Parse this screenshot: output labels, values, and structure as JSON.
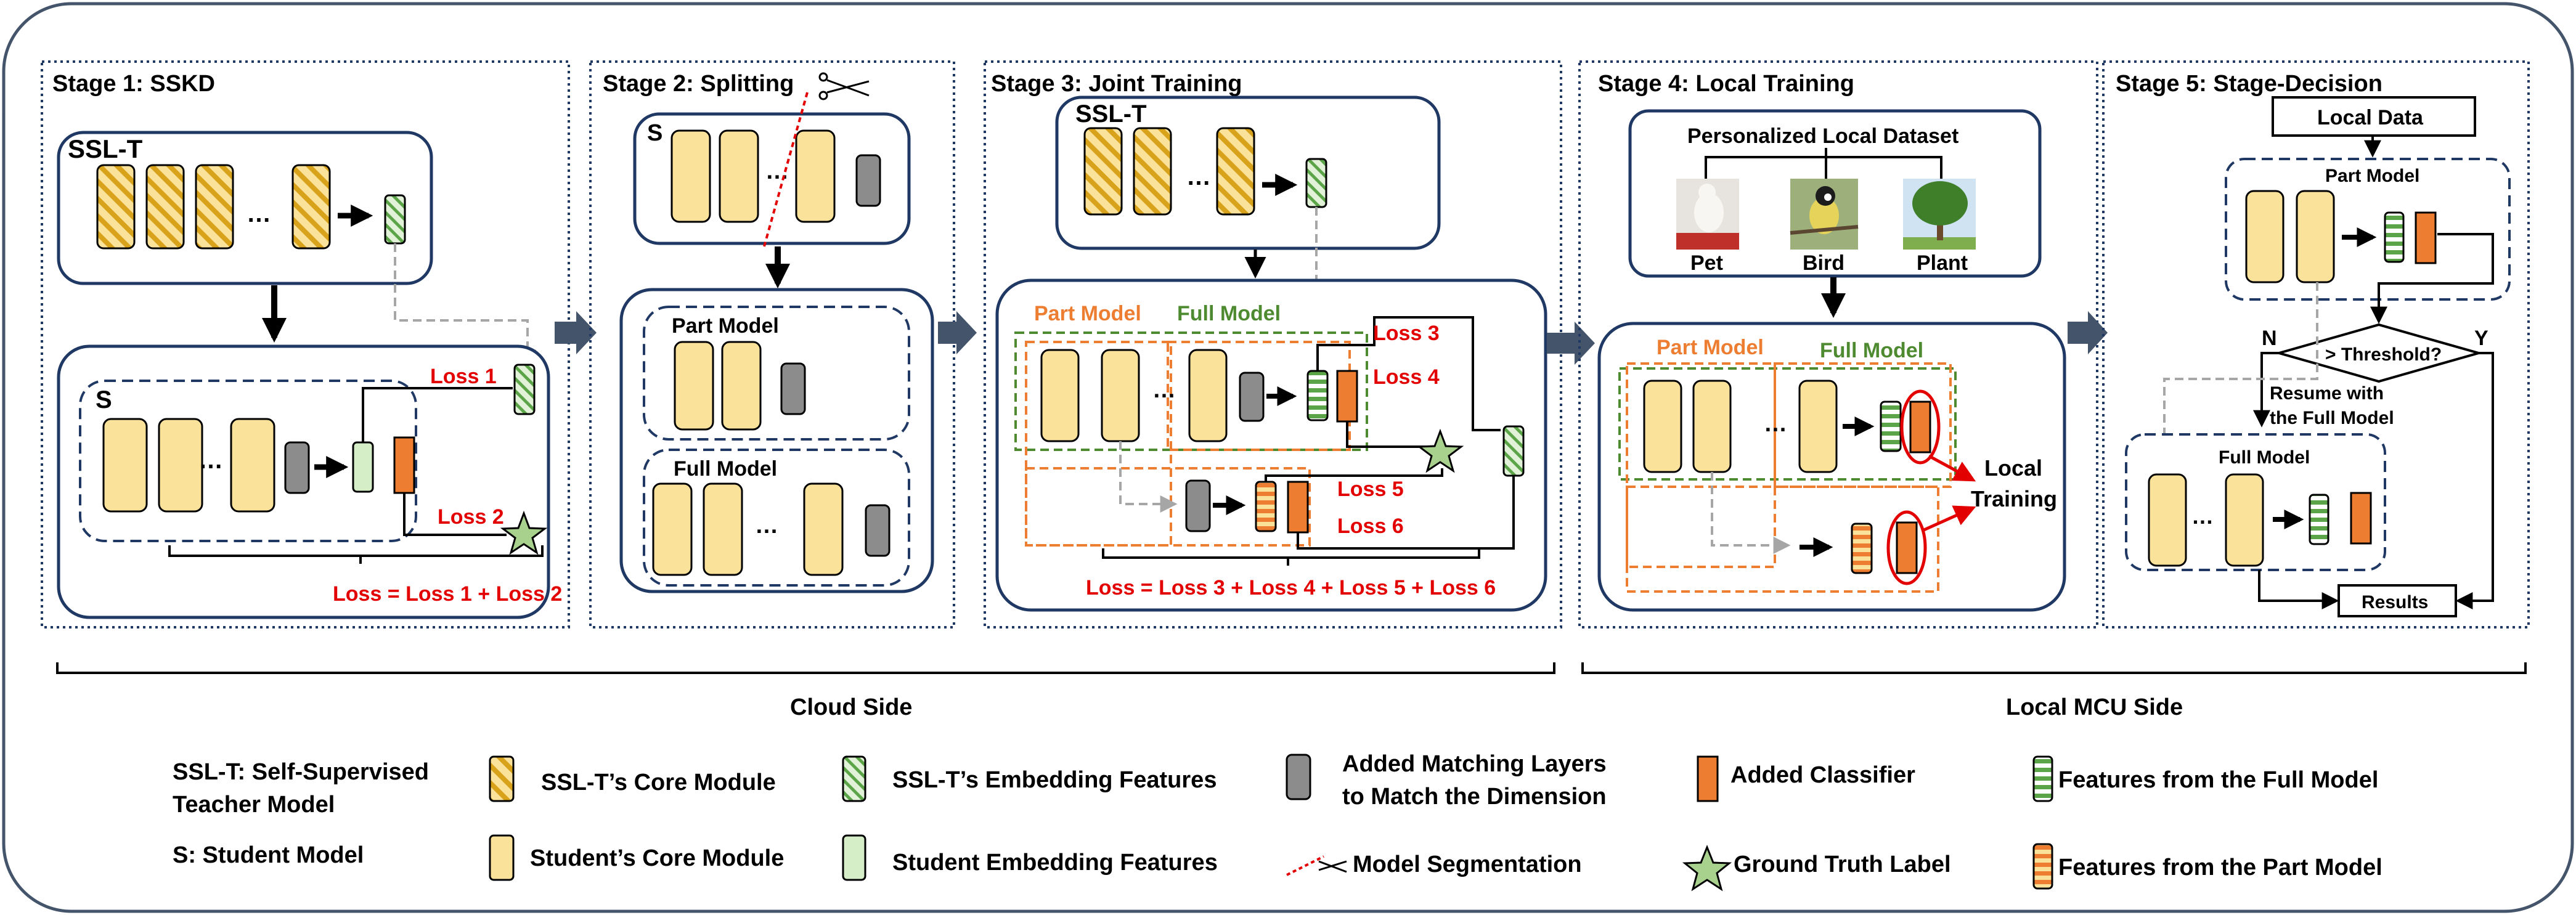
{
  "stages": {
    "s1": "Stage 1: SSKD",
    "s2": "Stage 2: Splitting",
    "s3": "Stage 3: Joint Training",
    "s4": "Stage 4: Local Training",
    "s5": "Stage 5: Stage-Decision"
  },
  "labels": {
    "sslt": "SSL-T",
    "s": "S",
    "ellipsis": "…",
    "loss1": "Loss 1",
    "loss2": "Loss 2",
    "loss3": "Loss 3",
    "loss4": "Loss 4",
    "loss5": "Loss 5",
    "loss6": "Loss 6",
    "stage1_total": "Loss = Loss 1 + Loss 2",
    "stage3_total": "Loss = Loss 3 + Loss 4 + Loss 5 + Loss 6",
    "part_model": "Part Model",
    "full_model": "Full Model",
    "personalized_dataset": "Personalized Local Dataset",
    "pet": "Pet",
    "bird": "Bird",
    "plant": "Plant",
    "local_training_1": "Local",
    "local_training_2": "Training",
    "local_data": "Local Data",
    "threshold": "> Threshold?",
    "n": "N",
    "y": "Y",
    "resume_1": "Resume with",
    "resume_2": "the Full Model",
    "results": "Results",
    "cloud_side": "Cloud Side",
    "local_side": "Local MCU Side"
  },
  "legend": {
    "sslt_def_1": "SSL-T: Self-Supervised",
    "sslt_def_2": "Teacher Model",
    "s_def": "S: Student Model",
    "sslt_core": "SSL-T’s Core Module",
    "student_core": "Student’s Core Module",
    "sslt_emb": "SSL-T’s Embedding Features",
    "student_emb": "Student Embedding Features",
    "matching_1": "Added Matching Layers",
    "matching_2": "to Match the Dimension",
    "segmentation": "Model Segmentation",
    "classifier": "Added Classifier",
    "gt": "Ground Truth Label",
    "full_feat": "Features from the Full Model",
    "part_feat": "Features from the Part Model"
  },
  "colors": {
    "core_fill": "#FBE29A",
    "hatch_gold": "#D9A21B",
    "green_hatch": "#5BA548",
    "light_green": "#D5EEC8",
    "gray_layer": "#8C8C8C",
    "classifier": "#ED7D31",
    "navy": "#1F3864",
    "loss_red": "#E30000",
    "orange_text": "#ED7D31",
    "green_text": "#4E8A2F",
    "arrow_fill": "#44546A"
  }
}
